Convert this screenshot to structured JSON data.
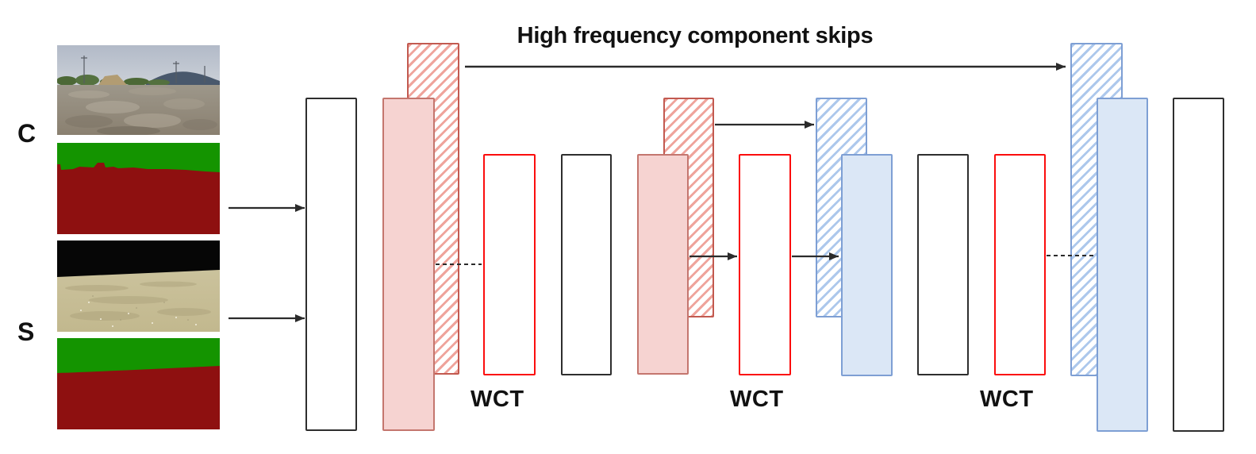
{
  "annotations": {
    "skip_title": "High frequency component skips",
    "content_label": "C",
    "style_label": "S",
    "wct_labels": [
      "WCT",
      "WCT",
      "WCT"
    ]
  },
  "inputs": {
    "content_photo": "gravel-field-landscape-photo",
    "content_segmentation": "green-over-dark-red-mask",
    "style_photo": "black-sky-over-sand-photo",
    "style_segmentation": "green-over-dark-red-mask"
  },
  "blocks": [
    {
      "name": "input-feature-block",
      "palette": "black-outline",
      "hatched": false
    },
    {
      "name": "encoder1-low-freq-block",
      "palette": "pink",
      "hatched": false
    },
    {
      "name": "encoder1-high-freq-block",
      "palette": "pink",
      "hatched": true
    },
    {
      "name": "wct1-block",
      "palette": "red-outline",
      "hatched": false
    },
    {
      "name": "feature-block-1",
      "palette": "black-outline",
      "hatched": false
    },
    {
      "name": "encoder2-low-freq-block",
      "palette": "pink",
      "hatched": false
    },
    {
      "name": "encoder2-high-freq-block",
      "palette": "pink",
      "hatched": true
    },
    {
      "name": "wct2-block",
      "palette": "red-outline",
      "hatched": false
    },
    {
      "name": "decoder1-high-freq-block",
      "palette": "blue",
      "hatched": true
    },
    {
      "name": "decoder1-low-freq-block",
      "palette": "blue",
      "hatched": false
    },
    {
      "name": "feature-block-2",
      "palette": "black-outline",
      "hatched": false
    },
    {
      "name": "wct3-block",
      "palette": "red-outline",
      "hatched": false
    },
    {
      "name": "decoder2-high-freq-block",
      "palette": "blue",
      "hatched": true
    },
    {
      "name": "decoder2-low-freq-block",
      "palette": "blue",
      "hatched": false
    },
    {
      "name": "output-feature-block",
      "palette": "black-outline",
      "hatched": false
    }
  ],
  "colors": {
    "accent-red": "#fb0d0d",
    "pink-fill": "#f6d3d1",
    "pink-border": "#c4766e",
    "pink-hatch": "#efa49c",
    "pink-hatch-border": "#c25a50",
    "blue-fill": "#dbe7f6",
    "blue-border": "#7e9fd4",
    "blue-hatch": "#adc8ec",
    "block-border": "#2e2e2e",
    "arrow": "#2b2b2b",
    "seg-green": "#149400",
    "seg-red": "#8e1010",
    "text": "#111111"
  }
}
